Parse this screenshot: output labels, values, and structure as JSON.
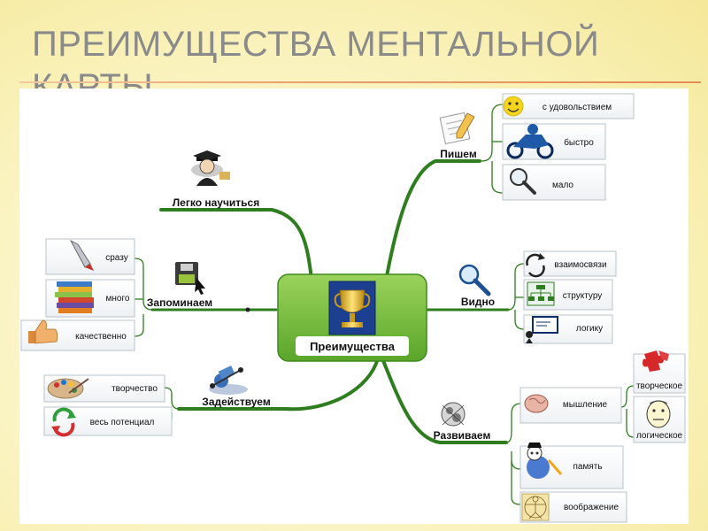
{
  "slide": {
    "title": "ПРЕИМУЩЕСТВА МЕНТАЛЬНОЙ КАРТЫ"
  },
  "colors": {
    "background": "#faf3bf",
    "accent_rule": "#e38d55",
    "branch_green": "#2e7d1e",
    "center_fill": "#7cc242",
    "leaf_border": "#9aa8b2"
  },
  "mindmap": {
    "center": {
      "label": "Преимущества",
      "icon": "trophy-icon"
    },
    "branches": {
      "learn": {
        "label": "Легко научиться",
        "icon": "graduate-icon"
      },
      "remember": {
        "label": "Запоминаем",
        "icon": "floppy-disk-icon",
        "leaves": [
          {
            "label": "сразу",
            "icon": "pen-icon"
          },
          {
            "label": "много",
            "icon": "books-icon"
          },
          {
            "label": "качественно",
            "icon": "thumbs-up-icon"
          }
        ]
      },
      "engage": {
        "label": "Задействуем",
        "icon": "dumbbell-icon",
        "leaves": [
          {
            "label": "творчество",
            "icon": "palette-icon"
          },
          {
            "label": "весь потенциал",
            "icon": "recycle-arrows-icon"
          }
        ]
      },
      "write": {
        "label": "Пишем",
        "icon": "pencil-paper-icon",
        "leaves": [
          {
            "label": "с удовольствием",
            "icon": "smiley-icon"
          },
          {
            "label": "быстро",
            "icon": "motorbike-icon"
          },
          {
            "label": "мало",
            "icon": "magnifier-icon"
          }
        ]
      },
      "see": {
        "label": "Видно",
        "icon": "magnifier-icon",
        "leaves": [
          {
            "label": "взаимосвязи",
            "icon": "cycle-arrows-icon"
          },
          {
            "label": "структуру",
            "icon": "org-chart-icon"
          },
          {
            "label": "логику",
            "icon": "presentation-icon"
          }
        ]
      },
      "develop": {
        "label": "Развиваем",
        "icon": "brain-gears-icon",
        "leaves": [
          {
            "label": "мышление",
            "icon": "brain-icon",
            "sub": [
              {
                "label": "творческое",
                "icon": "puzzle-icon"
              },
              {
                "label": "логическое",
                "icon": "thinking-face-icon"
              }
            ]
          },
          {
            "label": "память",
            "icon": "memory-cartoon-icon"
          },
          {
            "label": "воображение",
            "icon": "vitruvian-man-icon"
          }
        ]
      }
    }
  }
}
